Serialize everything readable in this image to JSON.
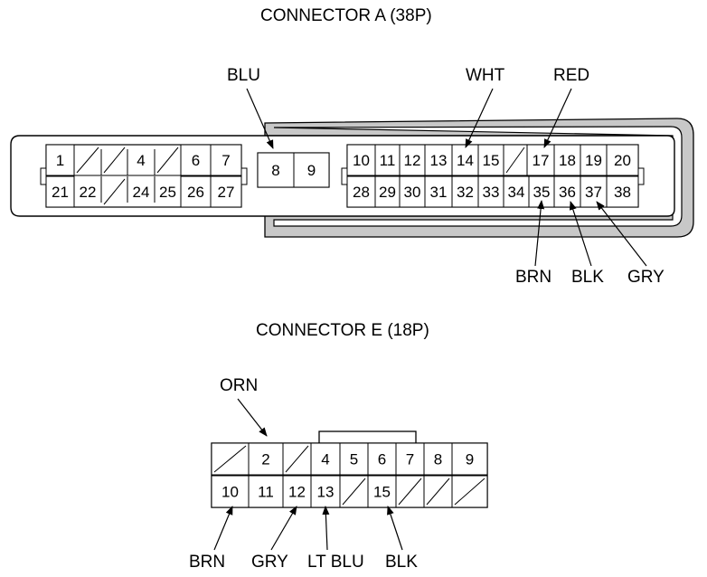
{
  "connector_a": {
    "title": "CONNECTOR A (38P)",
    "top_row": [
      "1",
      "",
      "",
      "4",
      "",
      "6",
      "7",
      "8",
      "9",
      "10",
      "11",
      "12",
      "13",
      "14",
      "15",
      "",
      "17",
      "18",
      "19",
      "20"
    ],
    "bottom_row": [
      "21",
      "22",
      "",
      "24",
      "25",
      "26",
      "27",
      "28",
      "29",
      "30",
      "31",
      "32",
      "33",
      "34",
      "35",
      "36",
      "37",
      "38"
    ],
    "wires": {
      "blu": "BLU",
      "wht": "WHT",
      "red": "RED",
      "brn": "BRN",
      "blk": "BLK",
      "gry": "GRY"
    }
  },
  "connector_e": {
    "title": "CONNECTOR E (18P)",
    "top_row": [
      "",
      "2",
      "",
      "4",
      "5",
      "6",
      "7",
      "8",
      "9"
    ],
    "bottom_row": [
      "10",
      "11",
      "12",
      "13",
      "",
      "15",
      "",
      "",
      ""
    ],
    "wires": {
      "orn": "ORN",
      "brn": "BRN",
      "gry": "GRY",
      "lt_blu": "LT BLU",
      "blk": "BLK"
    }
  }
}
